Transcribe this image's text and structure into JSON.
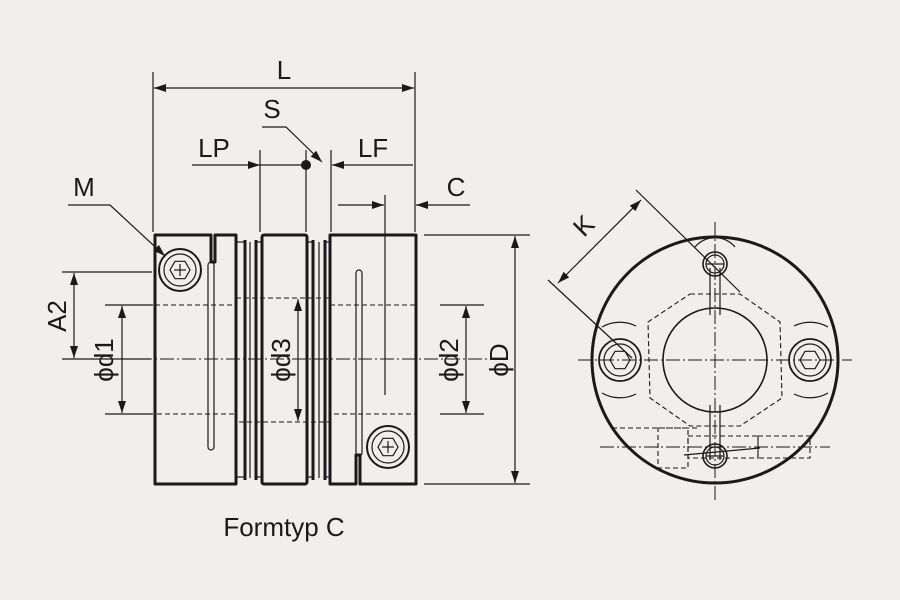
{
  "labels": {
    "L": "L",
    "S": "S",
    "LP": "LP",
    "LF": "LF",
    "C": "C",
    "M": "M",
    "A2": "A2",
    "d1": "ϕd1",
    "d3": "ϕd3",
    "d2": "ϕd2",
    "D": "ϕD",
    "K": "K"
  },
  "caption": "Formtyp C",
  "colors": {
    "background": "#f0efeb",
    "line": "#1a1a1a"
  }
}
